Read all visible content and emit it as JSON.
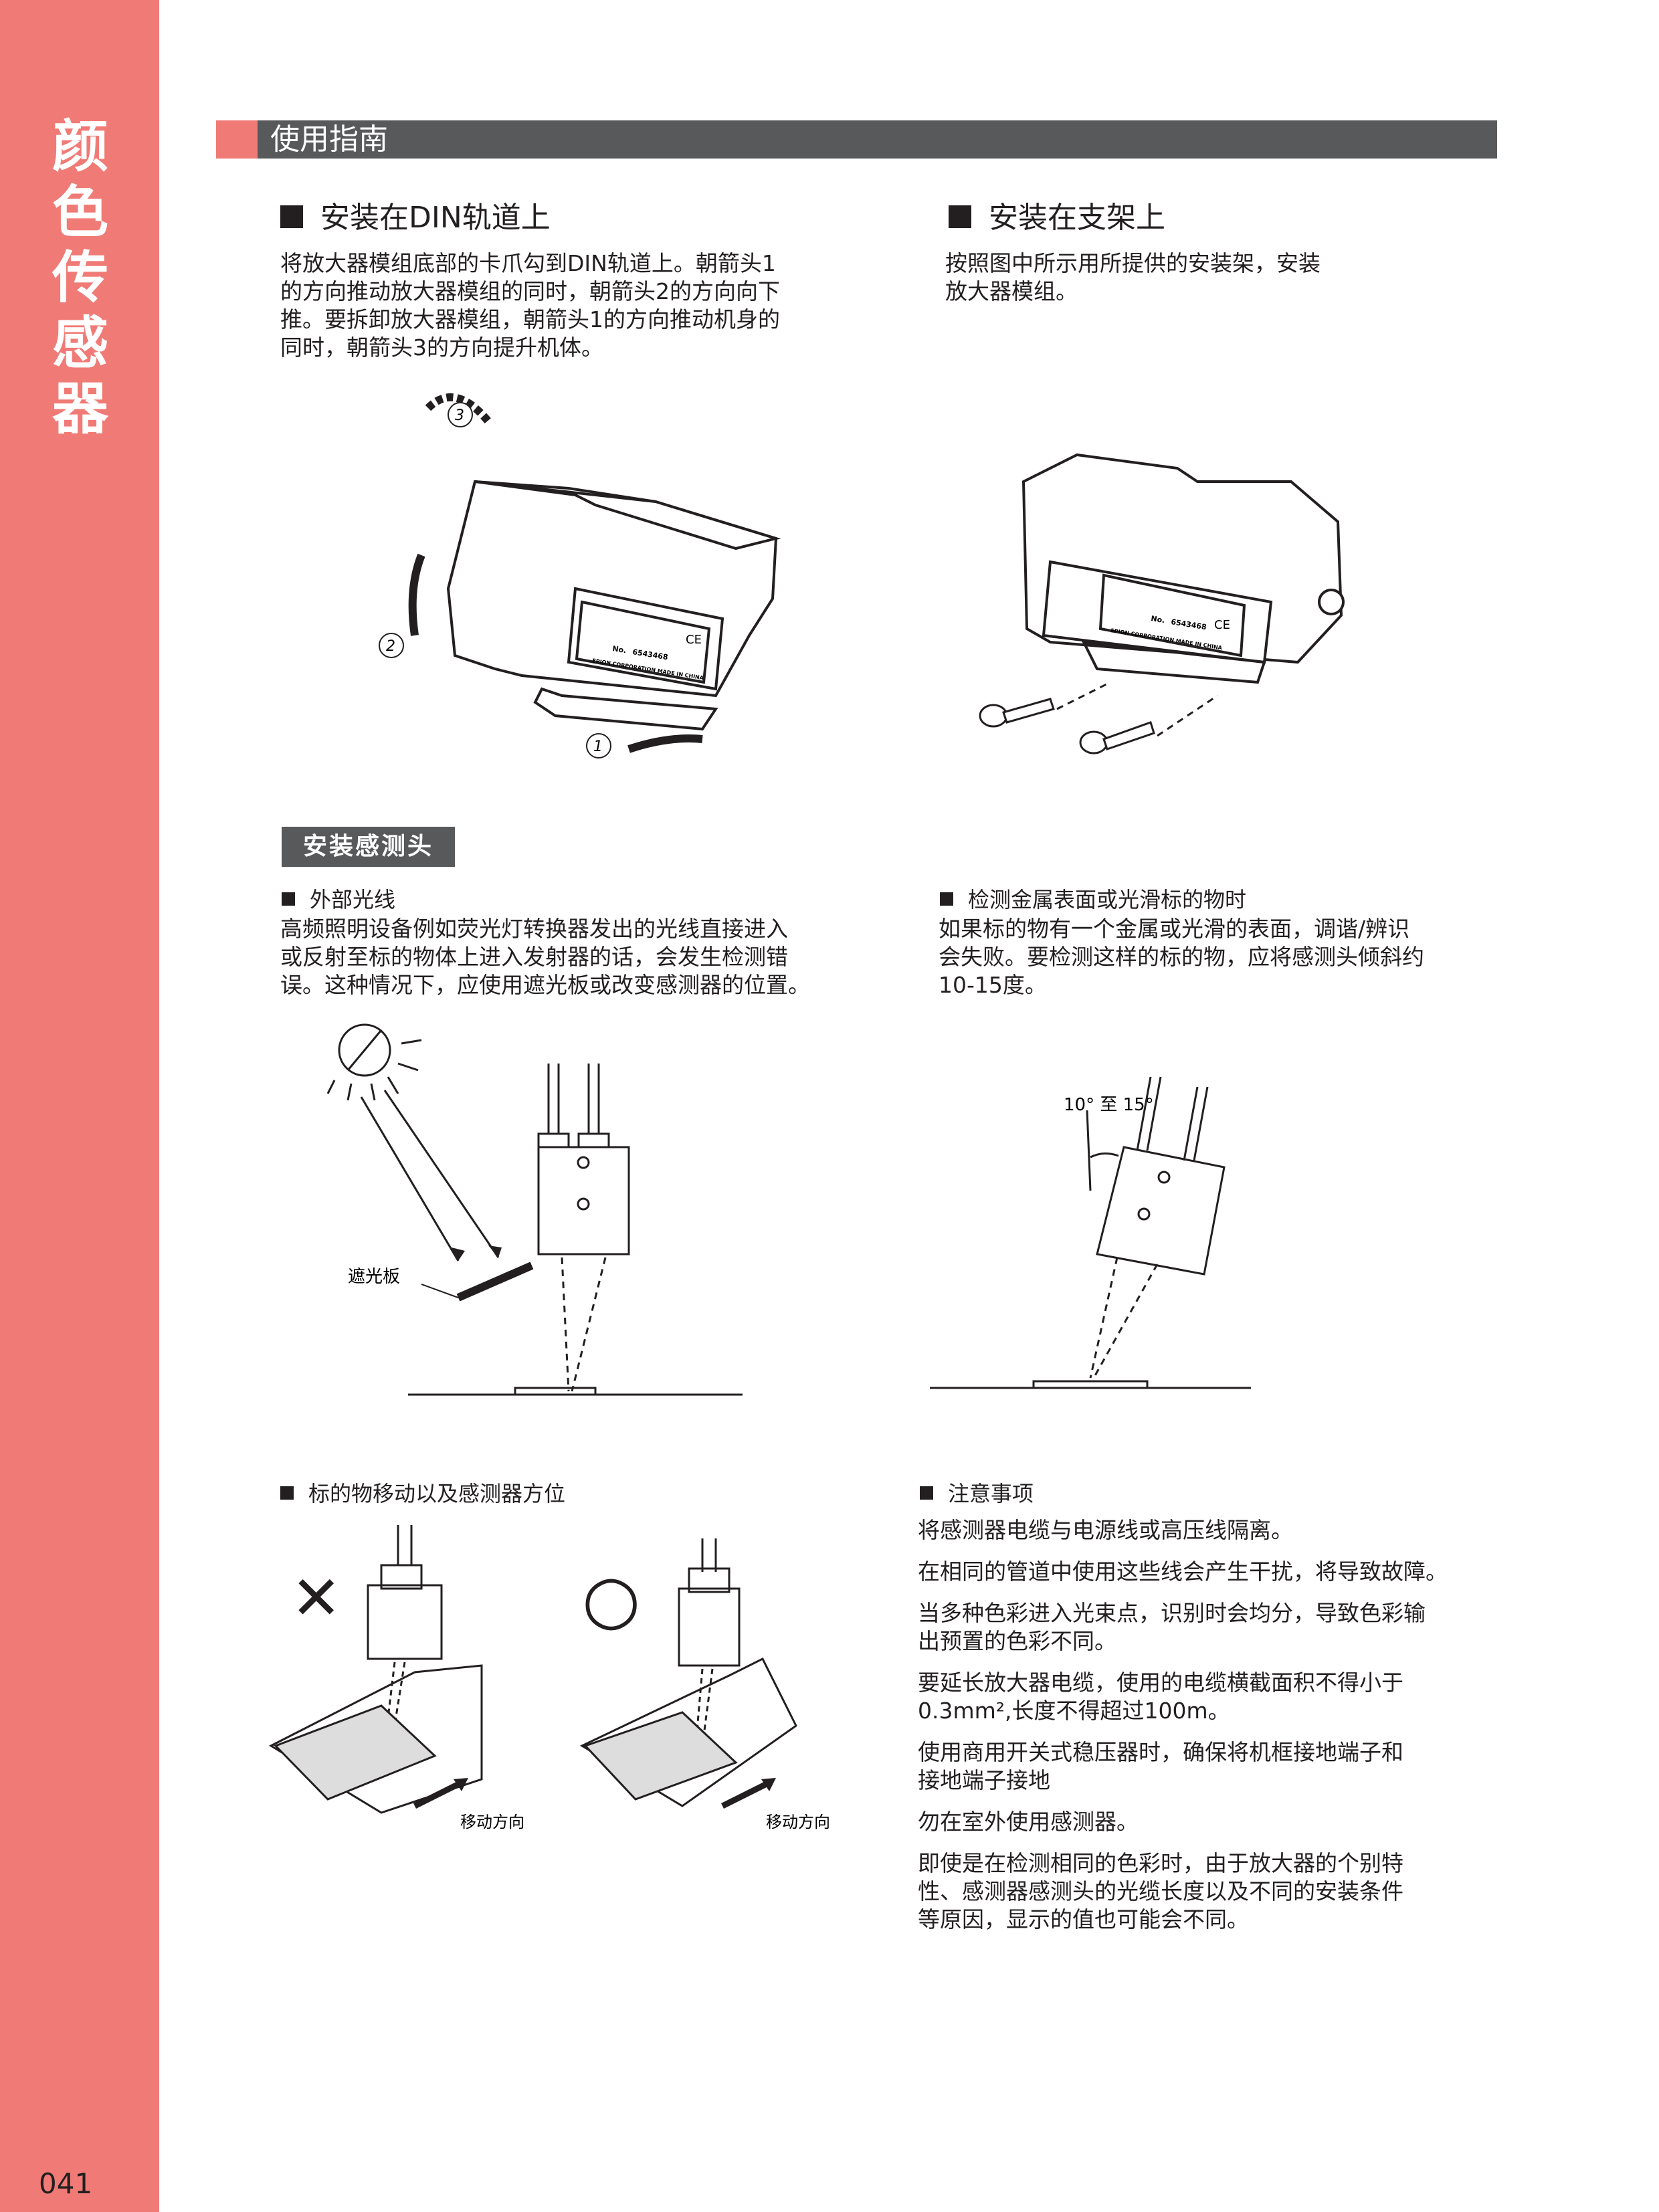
{
  "sidebar": {
    "title_chars": [
      "颜",
      "色",
      "传",
      "感",
      "器"
    ],
    "page_number": "041"
  },
  "colors": {
    "accent": "#f07b76",
    "header_gray": "#58595b",
    "text": "#231f20"
  },
  "header": {
    "title": "使用指南"
  },
  "din": {
    "heading": "安装在DIN轨道上",
    "lines": [
      "将放大器模组底部的卡爪勾到DIN轨道上。朝箭头1",
      "的方向推动放大器模组的同时，朝箭头2的方向向下",
      "推。要拆卸放大器模组，朝箭头1的方向推动机身的",
      "同时，朝箭头3的方向提升机体。"
    ],
    "arrow_labels": [
      "1",
      "2",
      "3"
    ]
  },
  "bracket": {
    "heading": "安装在支架上",
    "lines": [
      "按照图中所示用所提供的安装架，安装",
      "放大器模组。"
    ]
  },
  "device_label": {
    "no": "No.",
    "serial": "6543468",
    "maker": "EPION CORPORATION  MADE IN CHINA",
    "mark": "CE"
  },
  "sensor_head": {
    "tag": "安装感测头",
    "external_light": {
      "heading": "外部光线",
      "lines": [
        "高频照明设备例如荧光灯转换器发出的光线直接进入",
        "或反射至标的物体上进入发射器的话，会发生检测错",
        "误。这种情况下，应使用遮光板或改变感测器的位置。"
      ],
      "shade_label": "遮光板"
    },
    "metal": {
      "heading": "检测金属表面或光滑标的物时",
      "lines": [
        "如果标的物有一个金属或光滑的表面，调谐/辨识",
        "会失败。要检测这样的标的物，应将感测头倾斜约",
        "10-15度。"
      ],
      "angle_label": "10° 至 15°"
    }
  },
  "movement": {
    "heading": "标的物移动以及感测器方位",
    "wrong_mark": "✕",
    "right_mark": "○",
    "direction_label": "移动方向"
  },
  "notes": {
    "heading": "注意事项",
    "items": [
      [
        "将感测器电缆与电源线或高压线隔离。"
      ],
      [
        "在相同的管道中使用这些线会产生干扰，将导致故障。"
      ],
      [
        "当多种色彩进入光束点，识别时会均分，导致色彩输",
        "出预置的色彩不同。"
      ],
      [
        "要延长放大器电缆，使用的电缆横截面积不得小于",
        "0.3mm²,长度不得超过100m。"
      ],
      [
        "使用商用开关式稳压器时，确保将机框接地端子和",
        "接地端子接地"
      ],
      [
        "勿在室外使用感测器。"
      ],
      [
        "即使是在检测相同的色彩时，由于放大器的个别特",
        "性、感测器感测头的光缆长度以及不同的安装条件",
        "等原因，显示的值也可能会不同。"
      ]
    ]
  }
}
